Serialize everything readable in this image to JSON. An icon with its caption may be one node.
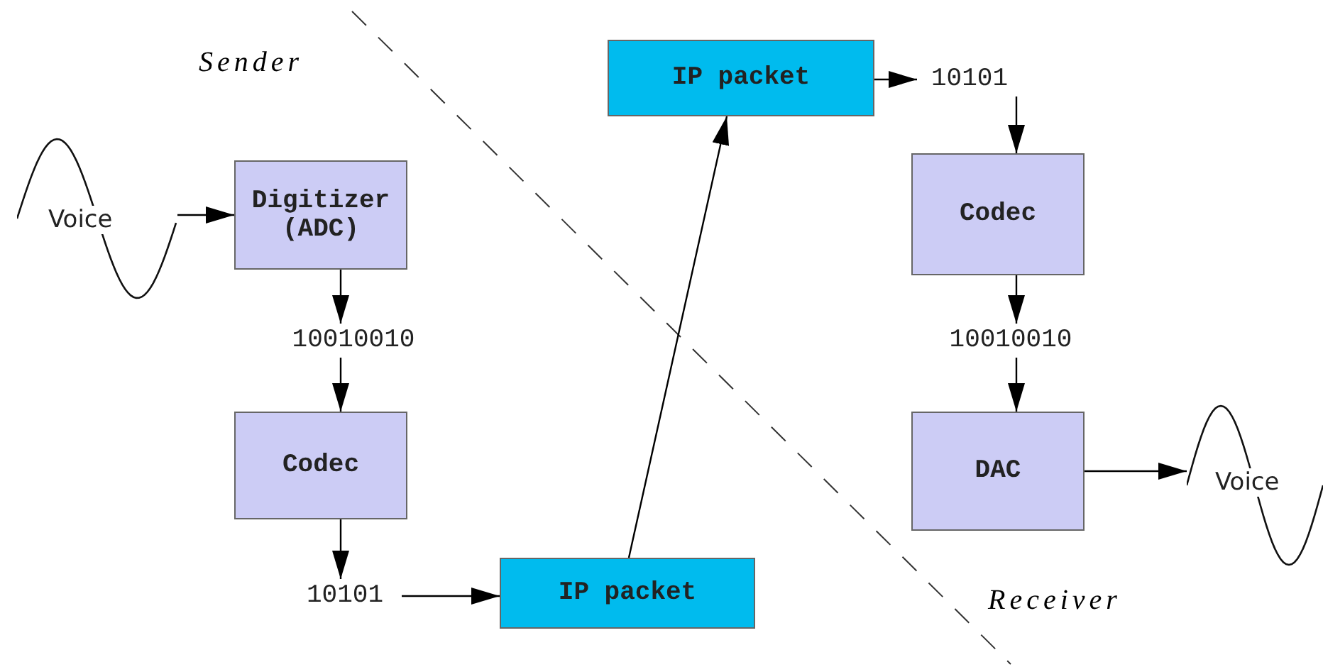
{
  "diagram": {
    "nodes": [
      {
        "text": [
          "Voice"
        ]
      },
      {
        "text": [
          "Digitizer (ADC)"
        ]
      },
      {
        "text": [
          "10010010"
        ]
      },
      {
        "text": [
          "Codec"
        ]
      },
      {
        "text": [
          "10101"
        ]
      },
      {
        "text": [
          "IP packet"
        ]
      },
      {
        "text": [
          "IP packet"
        ]
      },
      {
        "text": [
          "10101"
        ]
      },
      {
        "text": [
          "Codec"
        ]
      },
      {
        "text": [
          "10010010"
        ]
      },
      {
        "text": [
          "DAC"
        ]
      },
      {
        "text": [
          "Voice"
        ]
      }
    ],
    "edges": [
      {
        "from": 0,
        "to": 1,
        "arrow": "to"
      },
      {
        "from": 1,
        "to": 2,
        "arrow": "to"
      },
      {
        "from": 2,
        "to": 3,
        "arrow": "to"
      },
      {
        "from": 3,
        "to": 4,
        "arrow": "to"
      },
      {
        "from": 4,
        "to": 5,
        "arrow": "to"
      },
      {
        "from": 5,
        "to": 6,
        "arrow": "to"
      },
      {
        "from": 6,
        "to": 7,
        "arrow": "to"
      },
      {
        "from": 7,
        "to": 8,
        "arrow": "to"
      },
      {
        "from": 8,
        "to": 9,
        "arrow": "to"
      },
      {
        "from": 9,
        "to": 10,
        "arrow": "to"
      },
      {
        "from": 10,
        "to": 11,
        "arrow": "to"
      }
    ],
    "labels": [
      "Sender",
      "Receiver"
    ]
  }
}
